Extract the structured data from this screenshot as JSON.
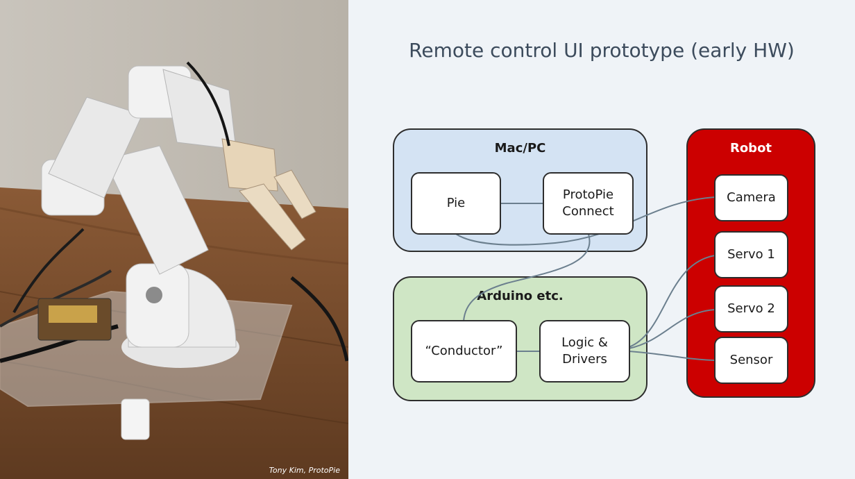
{
  "title": "Remote control UI prototype (early HW)",
  "photo": {
    "description": "robotic-arm-photo",
    "credit": "Tony Kim, ProtoPie"
  },
  "diagram": {
    "groups": {
      "mac": {
        "label": "Mac/PC",
        "fill": "#d4e3f3"
      },
      "arduino": {
        "label": "Arduino etc.",
        "fill": "#cfe6c5"
      },
      "robot": {
        "label": "Robot",
        "fill": "#cc0000"
      }
    },
    "nodes": {
      "pie": "Pie",
      "protopie_connect": "ProtoPie\nConnect",
      "conductor": "“Conductor”",
      "logic": "Logic &\nDrivers",
      "camera": "Camera",
      "servo1": "Servo 1",
      "servo2": "Servo 2",
      "sensor": "Sensor"
    },
    "edge_color": "#6b7f8e"
  }
}
